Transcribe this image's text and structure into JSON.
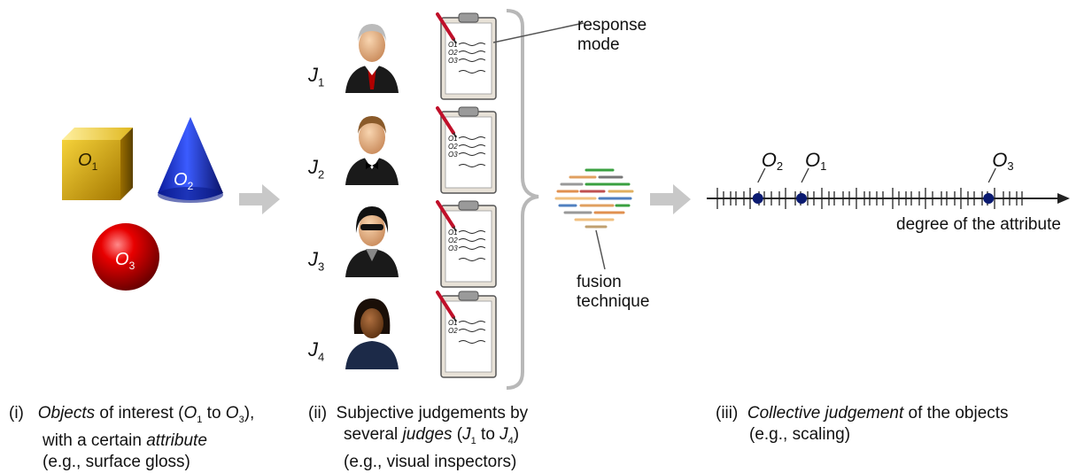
{
  "objects": [
    {
      "label": "O",
      "sub": "1",
      "shape": "cube",
      "color": "#c9a000"
    },
    {
      "label": "O",
      "sub": "2",
      "shape": "cone",
      "color": "#1a2fd0"
    },
    {
      "label": "O",
      "sub": "3",
      "shape": "sphere",
      "color": "#d40000"
    }
  ],
  "judges": [
    {
      "label": "J",
      "sub": "1"
    },
    {
      "label": "J",
      "sub": "2"
    },
    {
      "label": "J",
      "sub": "3"
    },
    {
      "label": "J",
      "sub": "4"
    }
  ],
  "clipboards": [
    [
      "O1",
      "O2",
      "O3"
    ],
    [
      "O1",
      "O2",
      "O3"
    ],
    [
      "O1",
      "O2",
      "O3"
    ],
    [
      "O1",
      "O2"
    ]
  ],
  "response_mode": {
    "line1": "response",
    "line2": "mode"
  },
  "fusion": {
    "line1": "fusion",
    "line2": "technique"
  },
  "scale": {
    "axis_label": "degree of the attribute",
    "points": [
      {
        "label": "O",
        "sub": "2",
        "position": 0.13
      },
      {
        "label": "O",
        "sub": "1",
        "position": 0.27
      },
      {
        "label": "O",
        "sub": "3",
        "position": 0.87
      }
    ]
  },
  "captions": {
    "i": {
      "num": "(i)",
      "l1_a": "Objects",
      "l1_b": " of interest (",
      "l1_c": "O",
      "l1_d": "1",
      "l1_e": " to ",
      "l1_f": "O",
      "l1_g": "3",
      "l1_h": "),",
      "l2_a": "with a certain ",
      "l2_b": "attribute",
      "l3": "(e.g., surface gloss)"
    },
    "ii": {
      "num": "(ii)",
      "l1": "Subjective judgements by",
      "l2_a": "several ",
      "l2_b": "judges",
      "l2_c": " (",
      "l2_d": "J",
      "l2_e": "1",
      "l2_f": " to ",
      "l2_g": "J",
      "l2_h": "4",
      "l2_i": ")",
      "l3": "(e.g., visual inspectors)"
    },
    "iii": {
      "num": "(iii)",
      "l1_a": "Collective judgement",
      "l1_b": " of the objects",
      "l2": "(e.g., scaling)"
    }
  },
  "colors": {
    "arrow": "#c8c8c8",
    "point": "#0a1a70",
    "bracket": "#b8b8b8",
    "axis": "#222222"
  }
}
